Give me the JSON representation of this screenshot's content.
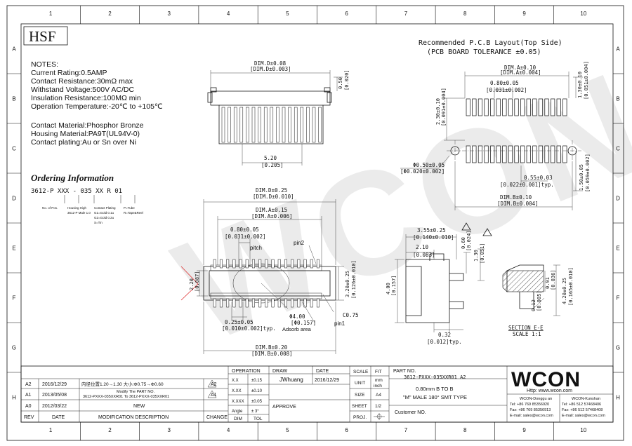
{
  "frame": {
    "cols": [
      "1",
      "2",
      "3",
      "4",
      "5",
      "6",
      "7",
      "8",
      "9",
      "10"
    ],
    "rows": [
      "A",
      "B",
      "C",
      "D",
      "E",
      "F",
      "G",
      "H"
    ]
  },
  "logo_small": "HSF",
  "notes": {
    "title": "NOTES:",
    "lines": [
      "Current Rating:0.5AMP",
      "Contact Resistance:30mΩ max",
      "Withstand Voltage:500V AC/DC",
      "Insulation Resistance:100MΩ min",
      "Operation Temperature:-20℃ to +105℃"
    ],
    "materials": [
      "Contact Material:Phosphor Bronze",
      "Housing Material:PA9T(UL94V-0)",
      "Contact plating:Au or Sn over Ni"
    ]
  },
  "ordering": {
    "title": "Ordering Information",
    "code": "3612-P XXX - 035 XX R 01",
    "legend": [
      "No. of Pos.",
      "Housing High",
      "Contact Plating",
      "P=Tube",
      "R=Tape&Reel"
    ],
    "legend2": [
      "3612-P Male 1.0",
      "G1=Gold 0.1u",
      "G2=Gold 0.2u",
      "S=Tin"
    ]
  },
  "pcb": {
    "title": "Recommended P.C.B Layout(Top Side)",
    "subtitle": "(PCB BOARD TOLERANCE ±0.05)",
    "dims": {
      "top_a": "DIM.A±0.10",
      "top_a_in": "[DIM.A±0.004]",
      "pitch": "0.80±0.05",
      "pitch_in": "[0.031±0.002]",
      "h1": "2.30±0.10",
      "h1_in": "[0.091±0.004]",
      "h2": "1.30±0.10",
      "h2_in": "[0.051±0.004]",
      "pad": "0.55±0.03",
      "pad_in": "[0.022±0.001]typ.",
      "hole": "Φ0.50±0.05",
      "hole_in": "[Φ0.020±0.002]",
      "dim_b": "DIM.B±0.10",
      "dim_b_in": "[DIM.B±0.004]",
      "h3": "1.50±0.05",
      "h3_in": "[0.059±0.002]"
    }
  },
  "side": {
    "d_top": "DIM.D±0.08",
    "d_top_in": "[DIM.D±0.003]",
    "h": "0.50",
    "h_in": "[0.020]",
    "bot": "5.20",
    "bot_in": "[0.205]"
  },
  "top": {
    "d": "DIM.D±0.25",
    "d_in": "[DIM.D±0.010]",
    "a": "DIM.A±0.15",
    "a_in": "[DIM.A±0.006]",
    "pitch": "0.80±0.05",
    "pitch_in": "[0.031±0.002]",
    "pitch_lbl": "pitch",
    "pin2": "pin2",
    "pin1": "pin1",
    "width": "2.20",
    "width_in": "[0.087]",
    "h": "3.20±0.25",
    "h_in": "[0.126±0.010]",
    "c": "C0.75",
    "tail": "0.25±0.05",
    "tail_in": "[0.010±0.002]typ.",
    "dia": "Φ4.00",
    "dia_in": "[Φ0.157]",
    "adsorb": "Adsorb area",
    "b": "DIM.B±0.20",
    "b_in": "[DIM.B±0.008]"
  },
  "end": {
    "w": "3.55±0.25",
    "w_in": "[0.140±0.010]",
    "x": "2.10",
    "x_in": "[0.083]",
    "h": "4.00",
    "h_in": "[0.157]",
    "h2": "0.60",
    "h2_in": "[0.024]",
    "h3": "1.30",
    "h3_in": "[0.051]",
    "foot": "0.32",
    "foot_in": "[0.012]typ."
  },
  "section": {
    "title": "SECTION E-E",
    "scale": "SCALE 1:1",
    "h": "4.20±0.25",
    "h_in": "[0.165±0.010]",
    "h2": "0.91",
    "h2_in": "[0.036]",
    "h3": "0.12",
    "h3_in": "[0.005]"
  },
  "title_block": {
    "revisions": [
      {
        "rev": "A2",
        "date": "2016/12/29",
        "desc": "内径位置1.20→1.30 大小:Φ0.75→Φ0.60",
        "change": "A2"
      },
      {
        "rev": "A1",
        "date": "2013/05/08",
        "desc1": "Modify The PART NO.",
        "desc2": "3612-PXXX-035XXR01 To 3612-PXXX-035XXR01",
        "change": "A1"
      },
      {
        "rev": "A0",
        "date": "2012/03/22",
        "desc": "NEW",
        "change": ""
      }
    ],
    "rev_headers": [
      "REV",
      "DATE",
      "MODIFICATION DESCRIPTION",
      "CHANGE"
    ],
    "operation": "OPERATION",
    "tol_rows": [
      [
        "X.X",
        "±0.15"
      ],
      [
        "X.XX",
        "±0.10"
      ],
      [
        "X.XXX",
        "±0.05"
      ],
      [
        "Angle",
        "± 3°"
      ]
    ],
    "dim": "DIM",
    "tol": "TOL",
    "draw": "DRAW",
    "drawer": "JWhuang",
    "approve": "APPROVE",
    "date_lbl": "DATE",
    "date_val": "2016/12/29",
    "scale": "SCALE",
    "scale_val": "FIT",
    "unit": "UNIT",
    "unit_val": "mm",
    "unit_val2": "inch",
    "size": "SIZE",
    "size_val": "A4",
    "sheet": "SHEET",
    "sheet_val": "1/2",
    "proj": "PROJ.",
    "part_no_lbl": "PART NO.",
    "part_no": "3612-PXXX-035XXR01 A2",
    "desc1": "0.80mm B TO B",
    "desc2": "\"M\" MALE 180° SMT TYPE",
    "cust": "Customer NO."
  },
  "company": {
    "logo": "WCON",
    "url": "Http: www.wcon.com",
    "left": [
      "WCON-Donggu an",
      "Tel: +86 769 85356920",
      "Fax: +86 769 85356913",
      "E-mail: sales@wcon.com"
    ],
    "right": [
      "WCON-Kunshan",
      "Tel: +86 512 57468406",
      "Fax: +86 512 57468408",
      "E-mail: sales@wcon.com"
    ]
  },
  "watermark": "WCON"
}
